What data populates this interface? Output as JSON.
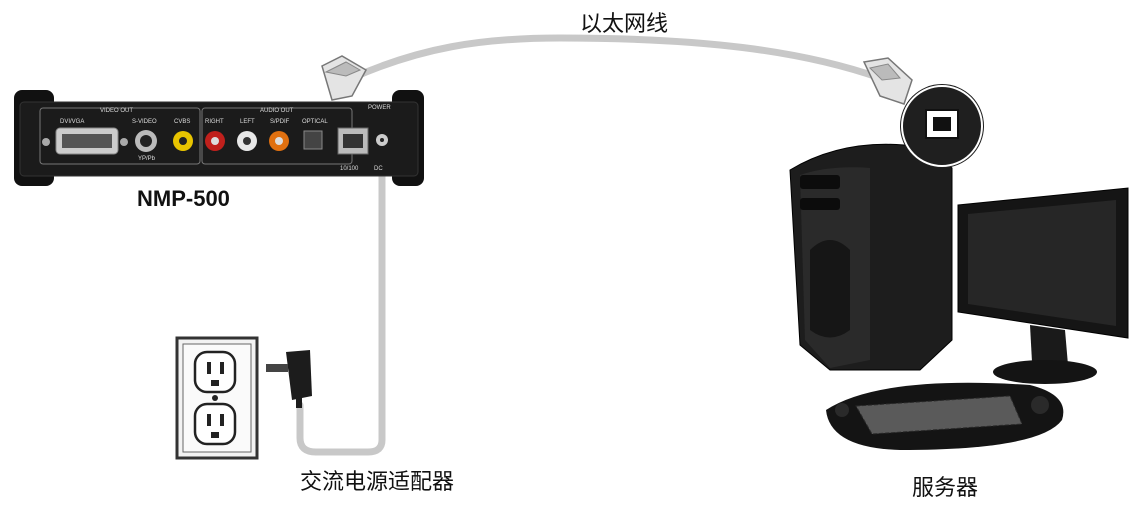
{
  "labels": {
    "ethernet_cable": "以太网线",
    "device": "NMP-500",
    "server": "服务器",
    "power_adapter": "交流电源适配器"
  },
  "device_panel": {
    "video_out": "VIDEO OUT",
    "audio_out": "AUDIO OUT",
    "dvi": "DVI/VGA",
    "svideo": "S-VIDEO",
    "ypbpr": "YP/Pb",
    "cvbs": "CVBS",
    "right": "RIGHT",
    "left": "LEFT",
    "spdif": "S/PDIF",
    "optical": "OPTICAL",
    "power": "POWER",
    "lan": "10/100",
    "dc": "DC"
  },
  "colors": {
    "cable": "#c8c8c8",
    "device_body": "#1b1b1b",
    "tower": "#1a1a1a",
    "background": "#ffffff"
  }
}
